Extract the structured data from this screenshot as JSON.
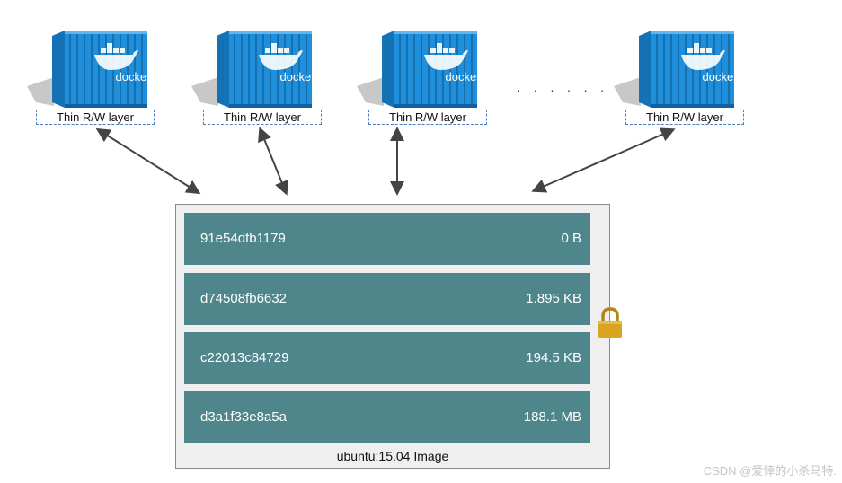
{
  "containers": [
    {
      "logo_text": "docker",
      "label": "Thin R/W layer"
    },
    {
      "logo_text": "docker",
      "label": "Thin R/W layer"
    },
    {
      "logo_text": "docker",
      "label": "Thin R/W layer"
    },
    {
      "logo_text": "docker",
      "label": "Thin R/W layer"
    }
  ],
  "ellipsis": "· · · · · ·",
  "image": {
    "caption": "ubuntu:15.04 Image",
    "layers": [
      {
        "id": "91e54dfb1179",
        "size": "0 B"
      },
      {
        "id": "d74508fb6632",
        "size": "1.895 KB"
      },
      {
        "id": "c22013c84729",
        "size": "194.5 KB"
      },
      {
        "id": "d3a1f33e8a5a",
        "size": "188.1 MB"
      }
    ]
  },
  "watermark": "CSDN @爱悻的小杀马特.",
  "colors": {
    "container_blue": "#1f8fdc",
    "layer_teal": "#4e868b",
    "lock_gold": "#d9a521"
  }
}
